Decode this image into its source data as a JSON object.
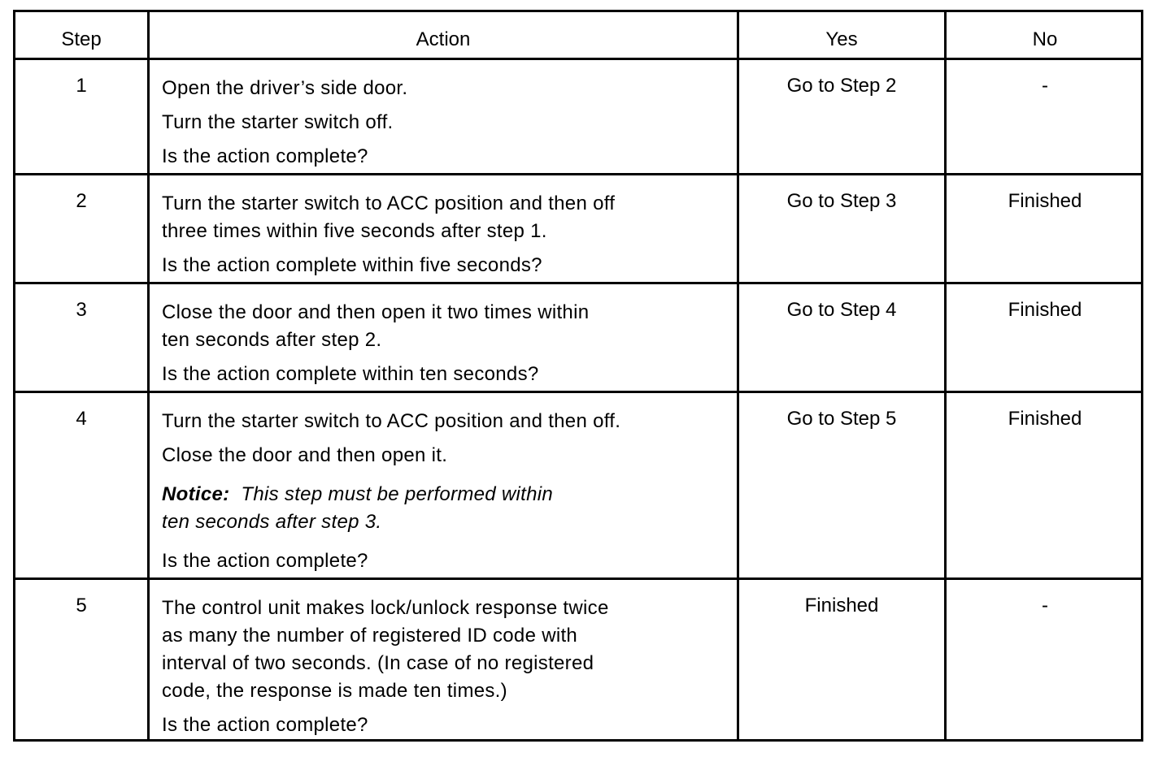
{
  "table": {
    "headers": {
      "step": "Step",
      "action": "Action",
      "yes": "Yes",
      "no": "No"
    },
    "rows": [
      {
        "step": "1",
        "action": [
          "Open the driver’s side door.",
          "Turn the starter switch off.",
          "Is the action complete?"
        ],
        "yes": "Go to Step 2",
        "no": "-"
      },
      {
        "step": "2",
        "action": [
          "Turn the starter switch to ACC position and then off",
          "three times within five seconds after step 1.",
          "Is the action complete within five seconds?"
        ],
        "yes": "Go to Step 3",
        "no": "Finished"
      },
      {
        "step": "3",
        "action": [
          "Close the door and then open it two times within",
          "ten seconds after step 2.",
          "Is the action complete within ten seconds?"
        ],
        "yes": "Go to Step 4",
        "no": "Finished"
      },
      {
        "step": "4",
        "action": [
          "Turn the starter switch to ACC position and then off.",
          "Close the door and then open it."
        ],
        "notice_label": "Notice:",
        "notice_text": [
          "This step must be performed within",
          "ten seconds after step 3."
        ],
        "action_end": "Is the action complete?",
        "yes": "Go to Step 5",
        "no": "Finished"
      },
      {
        "step": "5",
        "action": [
          "The control unit makes lock/unlock response twice",
          "as many the number of registered ID code with",
          "interval of two seconds. (In case of no registered",
          "code, the response is made ten times.)",
          "Is the action complete?"
        ],
        "yes": "Finished",
        "no": "-"
      }
    ]
  }
}
